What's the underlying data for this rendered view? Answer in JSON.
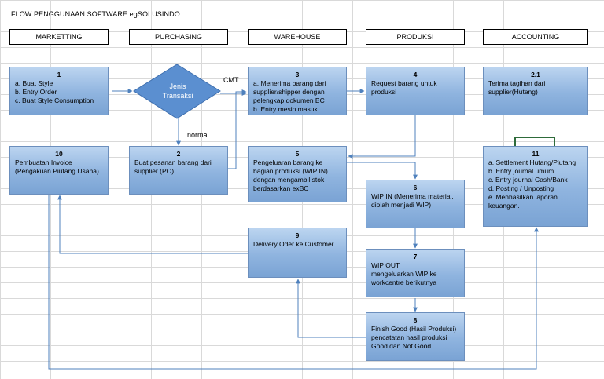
{
  "title": "FLOW PENGGUNAAN SOFTWARE egSOLUSINDO",
  "lanes": [
    "MARKETTING",
    "PURCHASING",
    "WAREHOUSE",
    "PRODUKSI",
    "ACCOUNTING"
  ],
  "decision": {
    "label": "Jenis\nTransaksi",
    "branch_cmt": "CMT",
    "branch_normal": "normal"
  },
  "boxes": [
    {
      "num": "1",
      "text": "a. Buat Style\nb. Entry Order\nc. Buat Style Consumption"
    },
    {
      "num": "2",
      "text": "Buat pesanan barang dari supplier (PO)"
    },
    {
      "num": "3",
      "text": "a. Menerima barang dari supplier/shipper dengan pelengkap dokumen BC\nb. Entry mesin masuk"
    },
    {
      "num": "4",
      "text": "Request barang untuk produksi"
    },
    {
      "num": "2.1",
      "text": "Terima tagihan dari supplier(Hutang)"
    },
    {
      "num": "10",
      "text": "Pembuatan Invoice\n(Pengakuan Piutang Usaha)"
    },
    {
      "num": "5",
      "text": "Pengeluaran barang ke bagian produksi (WIP IN) dengan mengambil stok berdasarkan exBC"
    },
    {
      "num": "6",
      "text": "WIP IN (Menerima material, diolah menjadi WIP)"
    },
    {
      "num": "11",
      "text": "a. Settlement Hutang/Piutang\nb. Entry journal umum\nc. Entry journal Cash/Bank\nd. Posting / Unposting\ne. Menhasilkan laporan keuangan."
    },
    {
      "num": "9",
      "text": "Delivery Oder ke Customer"
    },
    {
      "num": "7",
      "text": "WIP OUT\nmengeluarkan WIP ke workcentre berikutnya"
    },
    {
      "num": "8",
      "text": "Finish Good (Hasil Produksi)\npencatatan hasil produksi Good dan Not Good"
    }
  ],
  "colors": {
    "box_fill": "#9dbde6",
    "diamond_fill": "#5b8fd0",
    "arrow": "#4f81bd",
    "bracket": "#2e6b3a"
  }
}
